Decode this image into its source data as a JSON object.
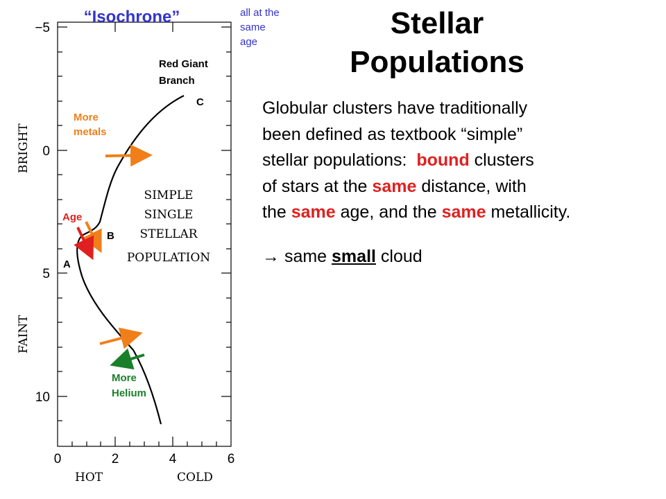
{
  "title": {
    "line1": "Stellar",
    "line2": "Populations"
  },
  "note": {
    "line1": "all at the",
    "line2": "same",
    "line3": "age"
  },
  "paragraph": {
    "l1": "Globular clusters have traditionally",
    "l2": "been defined as textbook “simple”",
    "l3a": "stellar populations:  ",
    "l3b": "bound",
    "l3c": " clusters",
    "l4a": "of stars at the ",
    "l4b": "same",
    "l4c": " distance, with",
    "l5a": "the ",
    "l5b": "same",
    "l5c": " age, and the ",
    "l5d": "same",
    "l5e": " metallicity."
  },
  "conclusion": {
    "arrow": "→",
    "a": " same ",
    "b": "small",
    "c": " cloud"
  },
  "diagram": {
    "isochrone_label": "“Isochrone”",
    "y_ticks": [
      "−5",
      "0",
      "5",
      "10"
    ],
    "x_ticks": [
      "0",
      "2",
      "4",
      "6"
    ],
    "y_label_top": "BRIGHT",
    "y_label_bottom": "FAINT",
    "x_label_left": "HOT",
    "x_label_right": "COLD",
    "panel_text": [
      "SIMPLE",
      "SINGLE",
      "STELLAR",
      "POPULATION"
    ],
    "rgb_label": {
      "l1": "Red Giant",
      "l2": "Branch"
    },
    "point_a": "A",
    "point_b": "B",
    "point_c": "C",
    "more_metals": {
      "l1": "More",
      "l2": "metals"
    },
    "age": "Age",
    "more_helium": {
      "l1": "More",
      "l2": "Helium"
    }
  },
  "colors": {
    "isochrone": "#3333cc",
    "highlight": "#e02020",
    "orange": "#f07f1a",
    "green": "#1a7f2a",
    "note": "#3333cc"
  }
}
